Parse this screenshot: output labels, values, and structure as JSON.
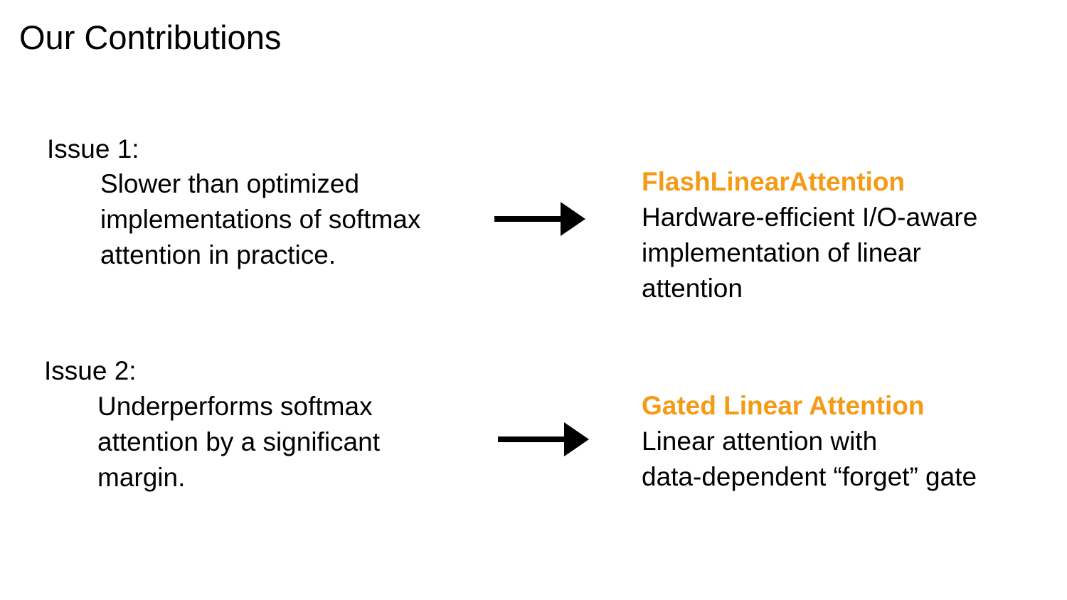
{
  "slide": {
    "title": "Our Contributions"
  },
  "accent_color": "#f59a14",
  "arrow_icon": "right-arrow-icon",
  "issues": [
    {
      "label": "Issue 1:",
      "lines": [
        "Slower than optimized",
        "implementations of softmax",
        "attention in practice."
      ]
    },
    {
      "label": "Issue 2:",
      "lines": [
        "Underperforms softmax",
        "attention by a significant",
        "margin."
      ]
    }
  ],
  "solutions": [
    {
      "title": "FlashLinearAttention",
      "lines": [
        "Hardware-efficient I/O-aware",
        "implementation of linear",
        "attention"
      ]
    },
    {
      "title": "Gated Linear Attention",
      "lines": [
        "Linear attention with",
        "data-dependent “forget” gate"
      ]
    }
  ]
}
